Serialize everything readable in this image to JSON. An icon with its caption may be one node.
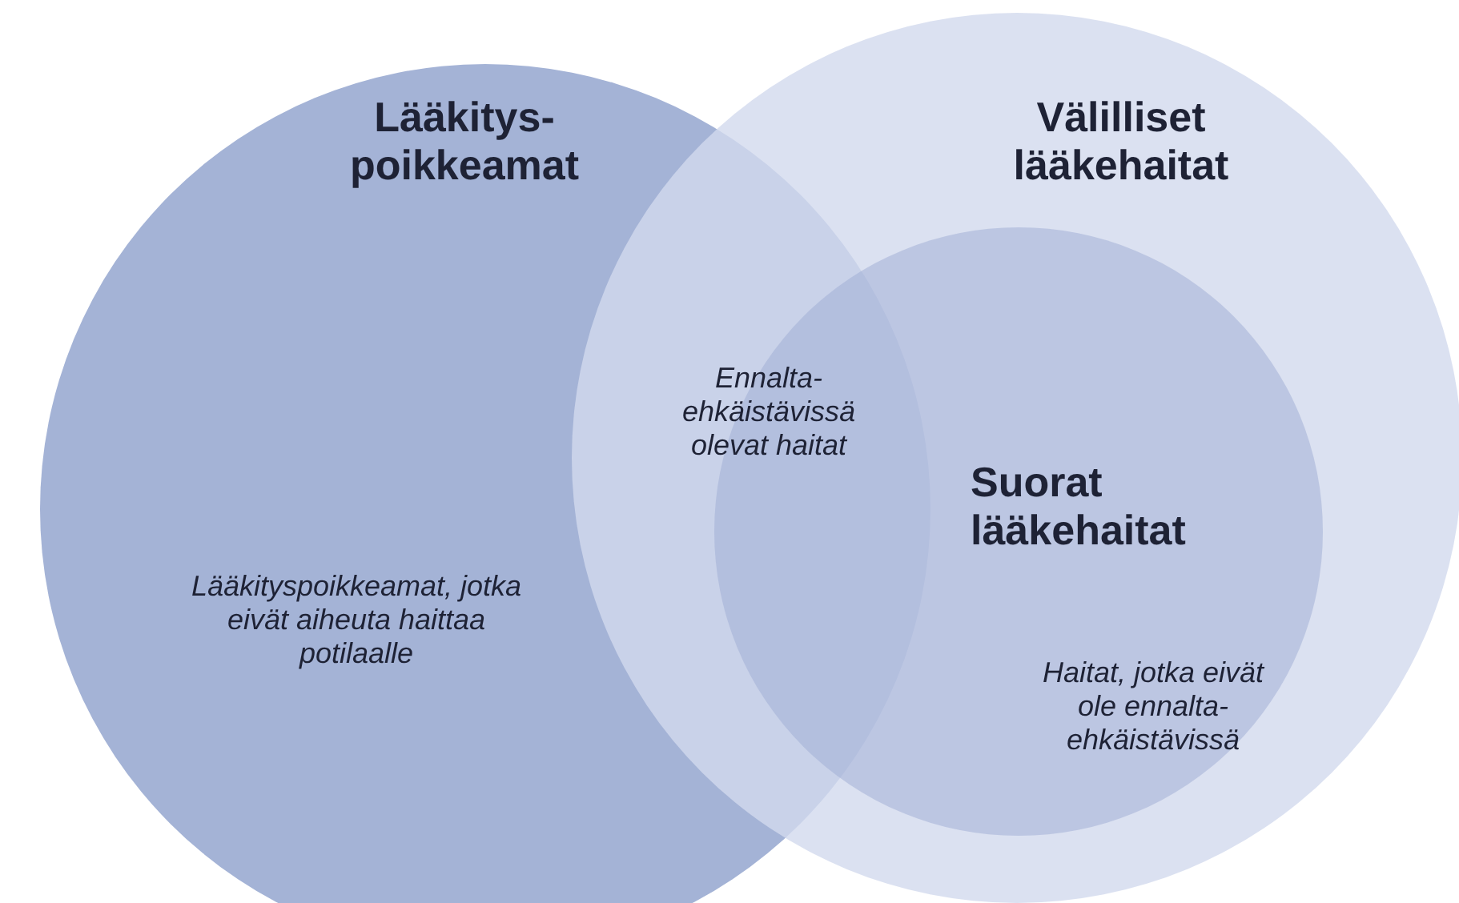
{
  "diagram": {
    "nodes": [
      {
        "text": [
          "Lääkitys- poikkeamat",
          "Lääkityspoikkeamat, jotka eivät aiheuta haittaa potilaalle"
        ]
      },
      {
        "text": [
          "Välilliset lääkehaitat"
        ]
      },
      {
        "text": [
          "Suorat lääkehaitat",
          "Haitat, jotka eivät ole ennalta-ehkäistävissä"
        ],
        "in": 1
      }
    ],
    "edges": [],
    "labels": [
      "Ennalta-ehkäistävissä olevat haitat"
    ]
  }
}
